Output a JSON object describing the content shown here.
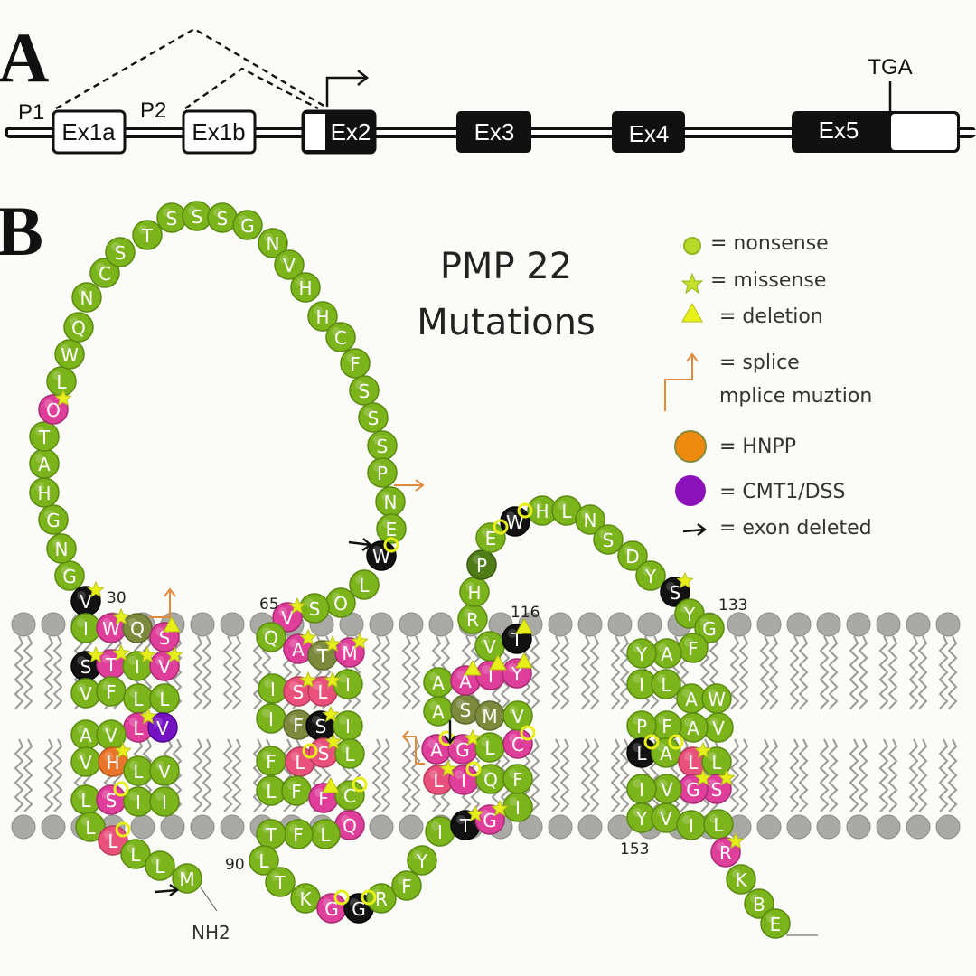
{
  "panel_a": {
    "letter": "A",
    "promoters": [
      "P1",
      "P2"
    ],
    "exons": [
      {
        "label": "Ex1a",
        "style": "noncoding"
      },
      {
        "label": "Ex1b",
        "style": "noncoding"
      },
      {
        "label": "Ex2",
        "style": "partial"
      },
      {
        "label": "Ex3",
        "style": "coding"
      },
      {
        "label": "Ex4",
        "style": "coding"
      },
      {
        "label": "Ex5",
        "style": "coding-utr"
      }
    ],
    "stop_codon": "TGA"
  },
  "panel_b": {
    "letter": "B",
    "title_line1": "PMP 22",
    "title_line2": "Mutations",
    "position_labels": [
      "30",
      "65",
      "90",
      "116",
      "133",
      "153"
    ],
    "terminus_label": "NH2",
    "legend": [
      {
        "icon": "nonsense-circle-icon",
        "label": "= nonsense"
      },
      {
        "icon": "missense-star-icon",
        "label": "= missense"
      },
      {
        "icon": "deletion-triangle-icon",
        "label": "= deletion"
      },
      {
        "icon": "splice-arrow-icon",
        "label": "= splice",
        "label2": "mplice muztion"
      },
      {
        "icon": "hnpp-dot-icon",
        "label": "= HNPP"
      },
      {
        "icon": "cmt1-dss-dot-icon",
        "label": "= CMT1/DSS"
      },
      {
        "icon": "exon-deleted-arrow-icon",
        "label": "= exon deleted"
      }
    ],
    "colors": {
      "g": "#7cb41c",
      "m": "#df3f9b",
      "k": "#121212",
      "o": "#7d8a3e",
      "h": "#e8752a",
      "p": "#7412c4",
      "r": "#e9507c",
      "d": "#4f7c17",
      "mark": "#e6ef1a",
      "splice": "#e08a3a",
      "lipid": "#a9a9a5"
    },
    "residues": [
      [
        "G",
        "g",
        ""
      ],
      [
        "N",
        "g",
        ""
      ],
      [
        "G",
        "g",
        ""
      ],
      [
        "H",
        "g",
        ""
      ],
      [
        "A",
        "g",
        ""
      ],
      [
        "T",
        "g",
        ""
      ],
      [
        "O",
        "m",
        "star"
      ],
      [
        "L",
        "g",
        ""
      ],
      [
        "W",
        "g",
        ""
      ],
      [
        "Q",
        "g",
        ""
      ],
      [
        "N",
        "g",
        ""
      ],
      [
        "C",
        "g",
        ""
      ],
      [
        "S",
        "g",
        ""
      ],
      [
        "T",
        "g",
        ""
      ],
      [
        "S",
        "g",
        ""
      ],
      [
        "S",
        "g",
        ""
      ],
      [
        "S",
        "g",
        ""
      ],
      [
        "G",
        "g",
        ""
      ],
      [
        "N",
        "g",
        ""
      ],
      [
        "V",
        "g",
        ""
      ],
      [
        "H",
        "g",
        ""
      ],
      [
        "H",
        "g",
        ""
      ],
      [
        "C",
        "g",
        ""
      ],
      [
        "F",
        "g",
        ""
      ],
      [
        "S",
        "g",
        ""
      ],
      [
        "S",
        "g",
        ""
      ],
      [
        "S",
        "g",
        ""
      ],
      [
        "P",
        "g",
        ""
      ],
      [
        "N",
        "g",
        ""
      ],
      [
        "E",
        "g",
        ""
      ],
      [
        "W",
        "k",
        "non"
      ],
      [
        "L",
        "g",
        ""
      ],
      [
        "O",
        "g",
        ""
      ],
      [
        "S",
        "g",
        ""
      ],
      [
        "V",
        "m",
        "star"
      ],
      [
        "Q",
        "g",
        ""
      ],
      [
        "A",
        "m",
        "star"
      ],
      [
        "T",
        "o",
        "star"
      ],
      [
        "M",
        "m",
        "star"
      ],
      [
        "I",
        "g",
        ""
      ],
      [
        "S",
        "r",
        "star"
      ],
      [
        "L",
        "r",
        "star"
      ],
      [
        "I",
        "g",
        ""
      ],
      [
        "I",
        "g",
        ""
      ],
      [
        "F",
        "o",
        ""
      ],
      [
        "S",
        "k",
        "star"
      ],
      [
        "I",
        "g",
        ""
      ],
      [
        "F",
        "g",
        ""
      ],
      [
        "L",
        "r",
        "non"
      ],
      [
        "S",
        "r",
        "star"
      ],
      [
        "L",
        "g",
        ""
      ],
      [
        "L",
        "g",
        ""
      ],
      [
        "F",
        "g",
        ""
      ],
      [
        "F",
        "m",
        "tri"
      ],
      [
        "C",
        "g",
        "non"
      ],
      [
        "Q",
        "m",
        ""
      ],
      [
        "L",
        "g",
        ""
      ],
      [
        "F",
        "g",
        ""
      ],
      [
        "T",
        "g",
        ""
      ],
      [
        "L",
        "g",
        ""
      ],
      [
        "T",
        "g",
        ""
      ],
      [
        "K",
        "g",
        ""
      ],
      [
        "G",
        "m",
        "non"
      ],
      [
        "G",
        "k",
        "non"
      ],
      [
        "R",
        "g",
        ""
      ],
      [
        "F",
        "g",
        ""
      ],
      [
        "Y",
        "g",
        ""
      ],
      [
        "I",
        "g",
        ""
      ],
      [
        "T",
        "k",
        "star"
      ],
      [
        "G",
        "m",
        "star"
      ],
      [
        "I",
        "g",
        ""
      ],
      [
        "L",
        "r",
        "star"
      ],
      [
        "I",
        "m",
        "non"
      ],
      [
        "Q",
        "g",
        ""
      ],
      [
        "F",
        "g",
        ""
      ],
      [
        "A",
        "m",
        "non"
      ],
      [
        "G",
        "m",
        "star"
      ],
      [
        "L",
        "g",
        ""
      ],
      [
        "C",
        "m",
        "non"
      ],
      [
        "A",
        "g",
        ""
      ],
      [
        "S",
        "o",
        ""
      ],
      [
        "M",
        "o",
        ""
      ],
      [
        "V",
        "g",
        ""
      ],
      [
        "A",
        "g",
        ""
      ],
      [
        "A",
        "m",
        "tri"
      ],
      [
        "I",
        "m",
        "tri"
      ],
      [
        "Y",
        "m",
        "tri"
      ],
      [
        "V",
        "g",
        ""
      ],
      [
        "T",
        "k",
        "tri"
      ],
      [
        "R",
        "g",
        ""
      ],
      [
        "H",
        "g",
        ""
      ],
      [
        "P",
        "d",
        ""
      ],
      [
        "E",
        "g",
        "non"
      ],
      [
        "W",
        "k",
        "non"
      ],
      [
        "H",
        "g",
        ""
      ],
      [
        "L",
        "g",
        ""
      ],
      [
        "N",
        "g",
        ""
      ],
      [
        "S",
        "g",
        ""
      ],
      [
        "D",
        "g",
        ""
      ],
      [
        "Y",
        "g",
        ""
      ],
      [
        "S",
        "k",
        "star"
      ],
      [
        "Y",
        "g",
        ""
      ],
      [
        "G",
        "g",
        ""
      ],
      [
        "F",
        "g",
        ""
      ],
      [
        "A",
        "g",
        ""
      ],
      [
        "Y",
        "g",
        ""
      ],
      [
        "I",
        "g",
        ""
      ],
      [
        "L",
        "g",
        ""
      ],
      [
        "A",
        "g",
        ""
      ],
      [
        "W",
        "g",
        ""
      ],
      [
        "V",
        "g",
        ""
      ],
      [
        "A",
        "g",
        ""
      ],
      [
        "F",
        "g",
        ""
      ],
      [
        "P",
        "g",
        ""
      ],
      [
        "L",
        "k",
        "non"
      ],
      [
        "A",
        "g",
        "non"
      ],
      [
        "L",
        "r",
        "star"
      ],
      [
        "L",
        "g",
        ""
      ],
      [
        "S",
        "m",
        "star"
      ],
      [
        "G",
        "m",
        "star"
      ],
      [
        "V",
        "g",
        ""
      ],
      [
        "I",
        "g",
        ""
      ],
      [
        "Y",
        "g",
        ""
      ],
      [
        "V",
        "g",
        ""
      ],
      [
        "I",
        "g",
        ""
      ],
      [
        "L",
        "g",
        ""
      ],
      [
        "R",
        "m",
        "star"
      ],
      [
        "K",
        "g",
        ""
      ],
      [
        "B",
        "g",
        ""
      ],
      [
        "E",
        "g",
        ""
      ],
      [
        "V",
        "k",
        "star"
      ],
      [
        "I",
        "g",
        ""
      ],
      [
        "W",
        "m",
        "star"
      ],
      [
        "Q",
        "o",
        ""
      ],
      [
        "S",
        "m",
        "tri"
      ],
      [
        "S",
        "k",
        "star"
      ],
      [
        "T",
        "m",
        "star"
      ],
      [
        "I",
        "g",
        "star"
      ],
      [
        "V",
        "m",
        "star"
      ],
      [
        "V",
        "g",
        ""
      ],
      [
        "F",
        "g",
        ""
      ],
      [
        "L",
        "g",
        ""
      ],
      [
        "L",
        "g",
        ""
      ],
      [
        "L",
        "m",
        "star"
      ],
      [
        "V",
        "p",
        ""
      ],
      [
        "A",
        "g",
        ""
      ],
      [
        "V",
        "g",
        ""
      ],
      [
        "V",
        "g",
        ""
      ],
      [
        "H",
        "h",
        "star"
      ],
      [
        "L",
        "g",
        ""
      ],
      [
        "V",
        "g",
        ""
      ],
      [
        "L",
        "g",
        ""
      ],
      [
        "S",
        "m",
        "non"
      ],
      [
        "I",
        "g",
        ""
      ],
      [
        "I",
        "g",
        ""
      ],
      [
        "L",
        "g",
        ""
      ],
      [
        "L",
        "r",
        "non"
      ],
      [
        "L",
        "g",
        ""
      ],
      [
        "L",
        "g",
        ""
      ],
      [
        "M",
        "g",
        ""
      ]
    ]
  }
}
